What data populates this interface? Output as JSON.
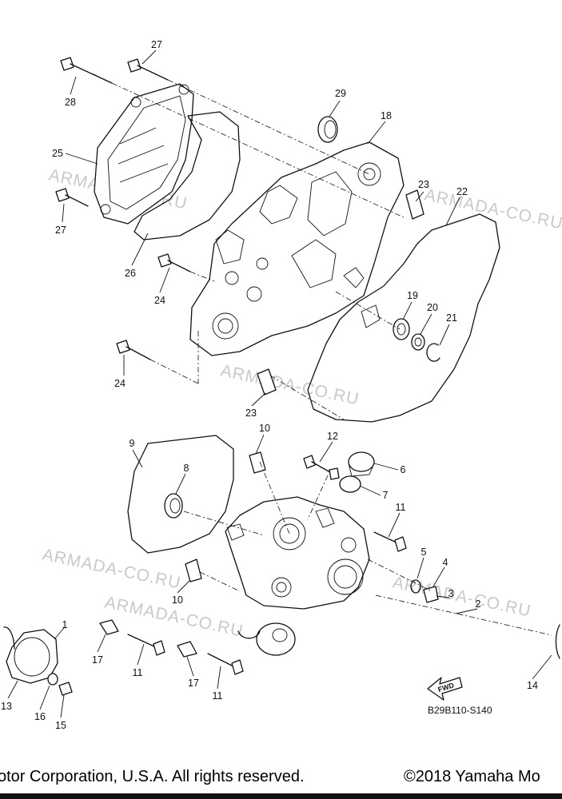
{
  "diagram": {
    "callouts": [
      "27",
      "28",
      "25",
      "26",
      "27",
      "29",
      "18",
      "23",
      "22",
      "24",
      "19",
      "20",
      "21",
      "24",
      "23",
      "9",
      "10",
      "12",
      "8",
      "6",
      "7",
      "11",
      "5",
      "4",
      "3",
      "2",
      "10",
      "1",
      "17",
      "11",
      "17",
      "11",
      "14",
      "13",
      "16",
      "15"
    ],
    "watermarks": [
      "ARMADA-CO.RU",
      "ARMADA-CO.RU",
      "ARMADA-CO.RU",
      "ARMADA-CO.RU",
      "ARMADA-CO.RU",
      "ARMADA-CO.RU"
    ],
    "fwd_label": "FWD",
    "diagram_code": "B29B110-S140"
  },
  "footer": {
    "left_text": "otor Corporation, U.S.A. All rights reserved.",
    "right_text": "©2018 Yamaha Mo"
  }
}
